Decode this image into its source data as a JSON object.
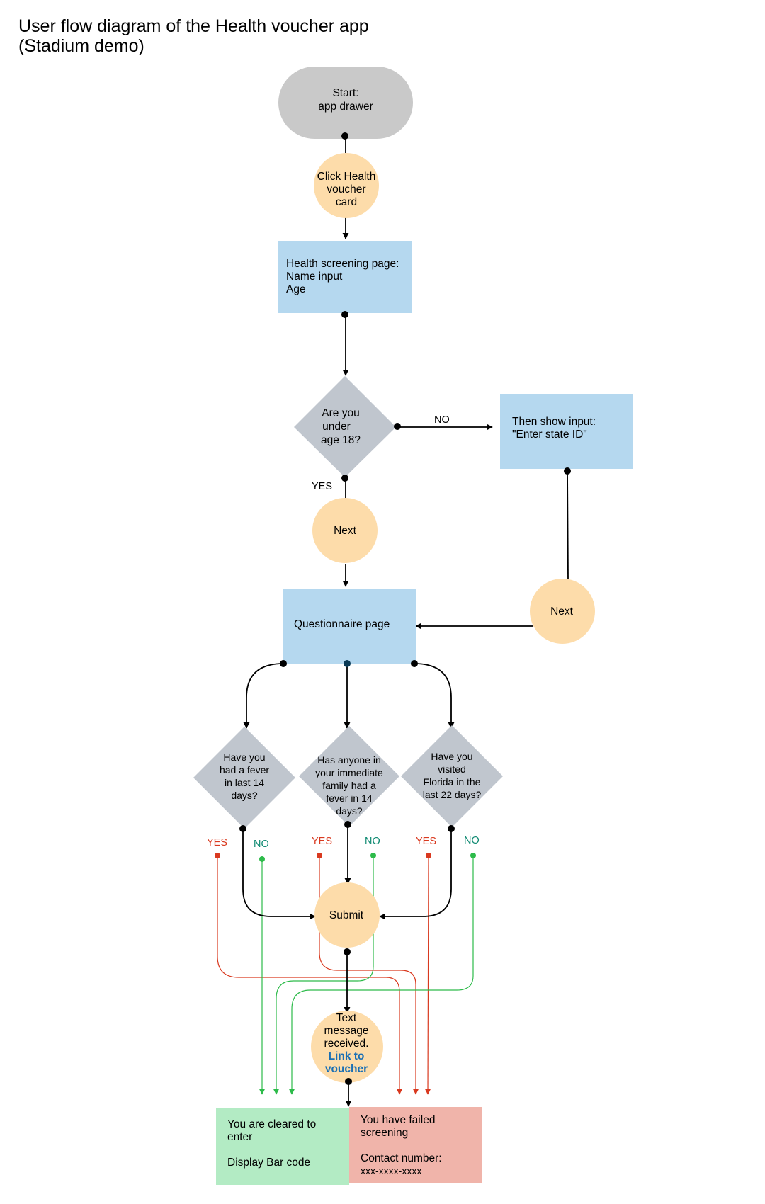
{
  "title": {
    "line1": "User flow diagram of the Health voucher app",
    "line2": "(Stadium demo)"
  },
  "colors": {
    "start": "#c9c9c9",
    "action": "#fddcaa",
    "page": "#b5d8ef",
    "decision": "#c0c6ce",
    "success": "#b3ebc4",
    "failure": "#f0b4aa",
    "yes": "#d9391f",
    "no": "#2dbb4a",
    "link": "#1a6fb4"
  },
  "nodes": {
    "start": {
      "line1": "Start:",
      "line2": "app drawer"
    },
    "click_card": {
      "line1": "Click Health",
      "line2": "voucher",
      "line3": "card"
    },
    "screening": {
      "line1": "Health screening page:",
      "line2": "Name input",
      "line3": "Age"
    },
    "age_check": {
      "line1": "Are you",
      "line2": "under",
      "line3": "age 18?"
    },
    "state_id": {
      "line1": "Then show input:",
      "line2": "\"Enter state ID\""
    },
    "next_yes": {
      "label": "Next"
    },
    "next_no": {
      "label": "Next"
    },
    "questionnaire": {
      "label": "Questionnaire page"
    },
    "q_fever": {
      "line1": "Have you",
      "line2": "had a fever",
      "line3": "in last 14",
      "line4": "days?"
    },
    "q_family": {
      "line1": "Has anyone in",
      "line2": "your immediate",
      "line3": "family had a",
      "line4": "fever in 14",
      "line5": "days?"
    },
    "q_florida": {
      "line1": "Have you",
      "line2": "visited",
      "line3": "Florida in the",
      "line4": "last 22 days?"
    },
    "submit": {
      "label": "Submit"
    },
    "text_msg": {
      "line1": "Text",
      "line2": "message",
      "line3": "received.",
      "link1": "Link to",
      "link2": "voucher"
    },
    "cleared": {
      "line1": "You are cleared to",
      "line2": "enter",
      "line3": "Display Bar code"
    },
    "failed": {
      "line1": "You have failed",
      "line2": "screening",
      "line3": "Contact number:",
      "line4": "xxx-xxxx-xxxx"
    }
  },
  "edges": {
    "age_no": "NO",
    "age_yes": "YES",
    "fever_yes": "YES",
    "fever_no": "NO",
    "family_yes": "YES",
    "family_no": "NO",
    "florida_yes": "YES",
    "florida_no": "NO"
  }
}
